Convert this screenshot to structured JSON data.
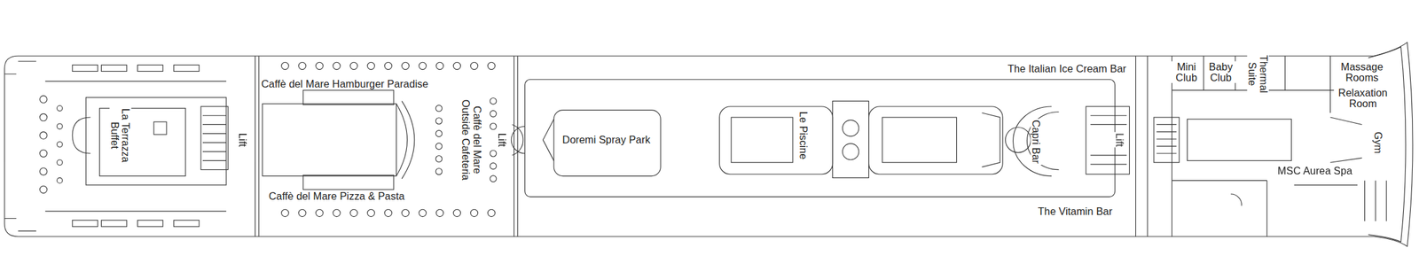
{
  "diagram": {
    "labels": [
      "La Terrazza Buffet",
      "Lift",
      "Caffè del Mare Hamburger Paradise",
      "Caffè del Mare Pizza & Pasta",
      "Caffè del Mare Outside Cafeteria",
      "Lift",
      "Doremi Spray Park",
      "Le Piscine",
      "The Italian Ice Cream Bar",
      "Capri Bar",
      "The Vitamin Bar",
      "Lift",
      "Mini Club",
      "Baby Club",
      "Thermal Suite",
      "Massage Rooms",
      "Relaxation Room",
      "Gym",
      "MSC Aurea Spa"
    ]
  }
}
